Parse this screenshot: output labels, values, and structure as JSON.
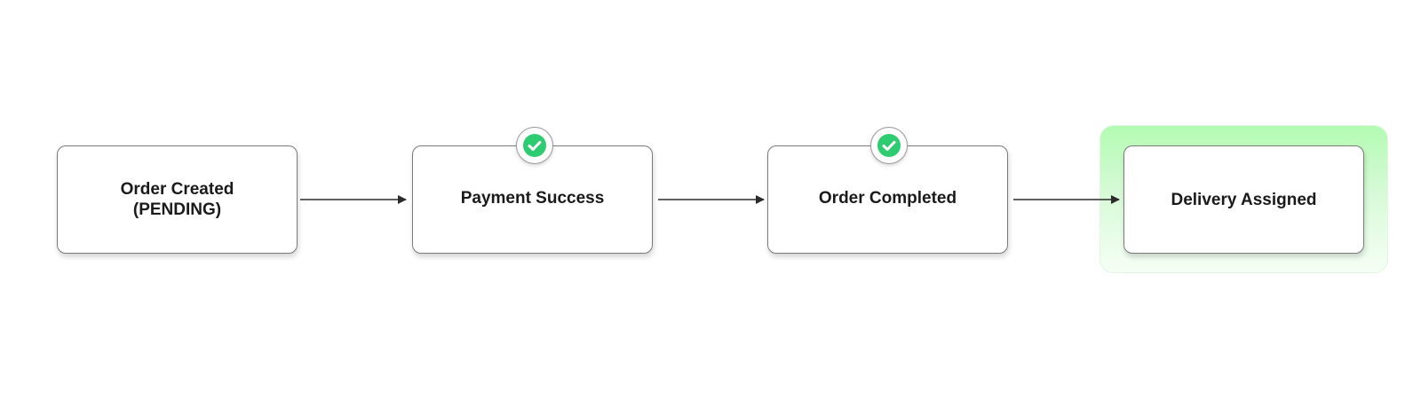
{
  "diagram": {
    "nodes": [
      {
        "id": "order-created",
        "lines": [
          "Order Created",
          "(PENDING)"
        ],
        "checked": false,
        "highlighted": false
      },
      {
        "id": "payment-success",
        "lines": [
          "Payment Success"
        ],
        "checked": true,
        "highlighted": false
      },
      {
        "id": "order-completed",
        "lines": [
          "Order Completed"
        ],
        "checked": true,
        "highlighted": false
      },
      {
        "id": "delivery-assigned",
        "lines": [
          "Delivery Assigned"
        ],
        "checked": false,
        "highlighted": true
      }
    ],
    "edges": [
      {
        "from": "order-created",
        "to": "payment-success"
      },
      {
        "from": "payment-success",
        "to": "order-completed"
      },
      {
        "from": "order-completed",
        "to": "delivery-assigned"
      }
    ],
    "check_icon": "check-circle-icon",
    "colors": {
      "check_fill": "#2ecc71",
      "highlight": "#b3fbb3",
      "arrow": "#2b2b2b"
    }
  }
}
